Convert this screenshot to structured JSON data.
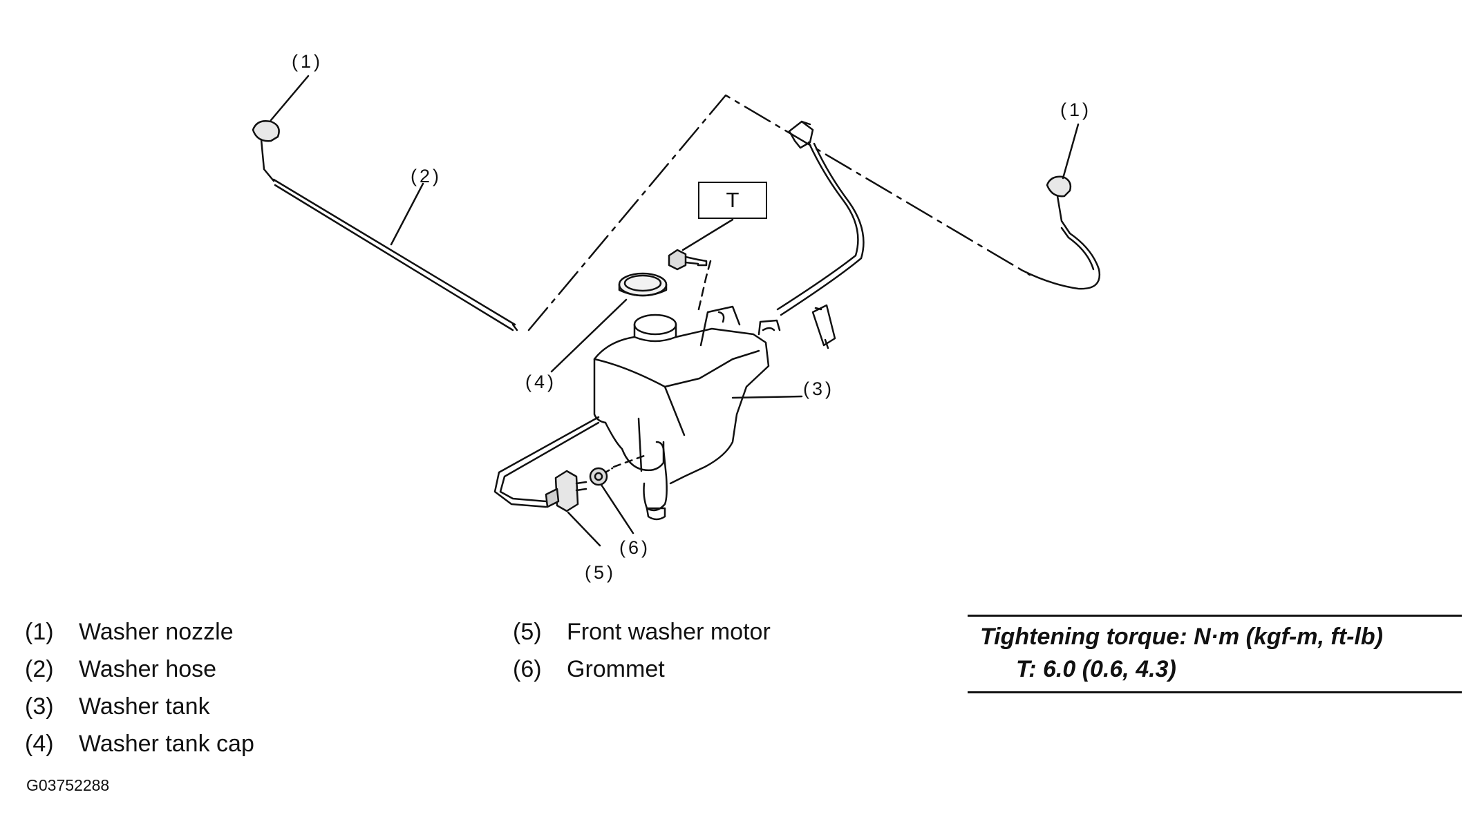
{
  "callouts": {
    "c1_left": "(1)",
    "c1_right": "(1)",
    "c2": "(2)",
    "c3": "(3)",
    "c4": "(4)",
    "c5": "(5)",
    "c6": "(6)",
    "t_box": "T"
  },
  "legend": {
    "left": [
      {
        "num": "(1)",
        "name": "Washer nozzle"
      },
      {
        "num": "(2)",
        "name": "Washer hose"
      },
      {
        "num": "(3)",
        "name": "Washer tank"
      },
      {
        "num": "(4)",
        "name": "Washer tank cap"
      }
    ],
    "right": [
      {
        "num": "(5)",
        "name": "Front washer motor"
      },
      {
        "num": "(6)",
        "name": "Grommet"
      }
    ]
  },
  "torque": {
    "heading": "Tightening torque: N·m (kgf-m, ft-lb)",
    "value": "T:   6.0 (0.6, 4.3)"
  },
  "figure_code": "G03752288"
}
